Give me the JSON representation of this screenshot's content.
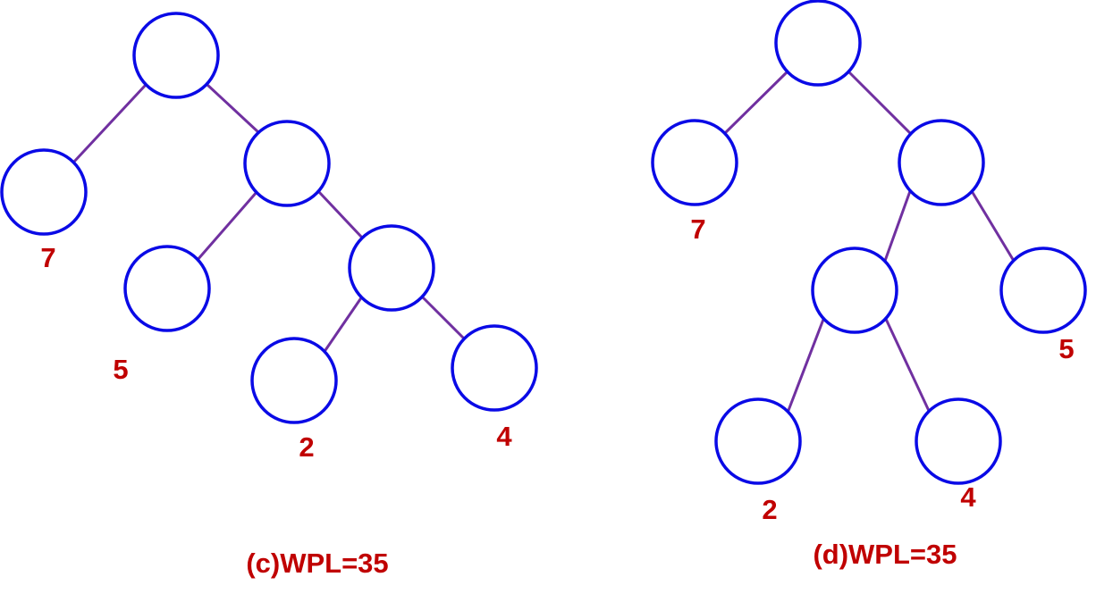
{
  "colors": {
    "node_stroke": "#0a0ae6",
    "edge": "#7030a0",
    "label": "#c00000",
    "background": "#ffffff"
  },
  "trees": [
    {
      "id": "c",
      "caption": "(c)WPL=35",
      "leaf_weights": [
        "7",
        "5",
        "2",
        "4"
      ]
    },
    {
      "id": "d",
      "caption": "(d)WPL=35",
      "leaf_weights": [
        "7",
        "5",
        "2",
        "4"
      ]
    }
  ]
}
